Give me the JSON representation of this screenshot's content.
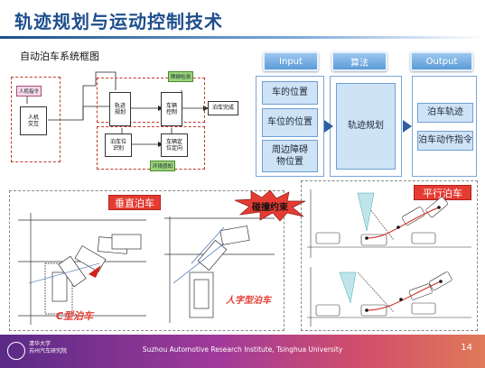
{
  "title": "轨迹规划与运动控制技术",
  "subtitle": "自动泊车系统框图",
  "block_diagram": {
    "human_input": "人机指令",
    "hmi": "人机\n交互",
    "traj_plan": "轨迹\n规划",
    "vehicle_control": "车辆\n控制",
    "park_done": "泊车完成",
    "slot_detect": "泊车位\n识别",
    "vehicle_locate": "车辆定\n位定向",
    "env_sense": "环境感知",
    "obstacle_detect": "障碍检测"
  },
  "flow": {
    "input_header": "Input",
    "algo_header": "算法",
    "output_header": "Output",
    "inputs": [
      "车的位置",
      "车位的位置",
      "周边障碍\n物位置"
    ],
    "algorithm": "轨迹规划",
    "outputs": [
      "泊车轨迹",
      "泊车动作指令"
    ]
  },
  "constraint_label": "碰撞约束",
  "left_panel": {
    "heading": "垂直泊车",
    "c_label": "C型泊车",
    "h_label": "人字型泊车"
  },
  "right_panel": {
    "heading": "平行泊车"
  },
  "footer": {
    "institute": "Suzhou Automotive Research Institute, Tsinghua University",
    "logo_text": "清华大学\n苏州汽车研究院",
    "page": "14"
  },
  "colors": {
    "title_blue": "#1e4e8c",
    "box_fill": "#cfe3f7",
    "label_red": "#e43c33"
  }
}
